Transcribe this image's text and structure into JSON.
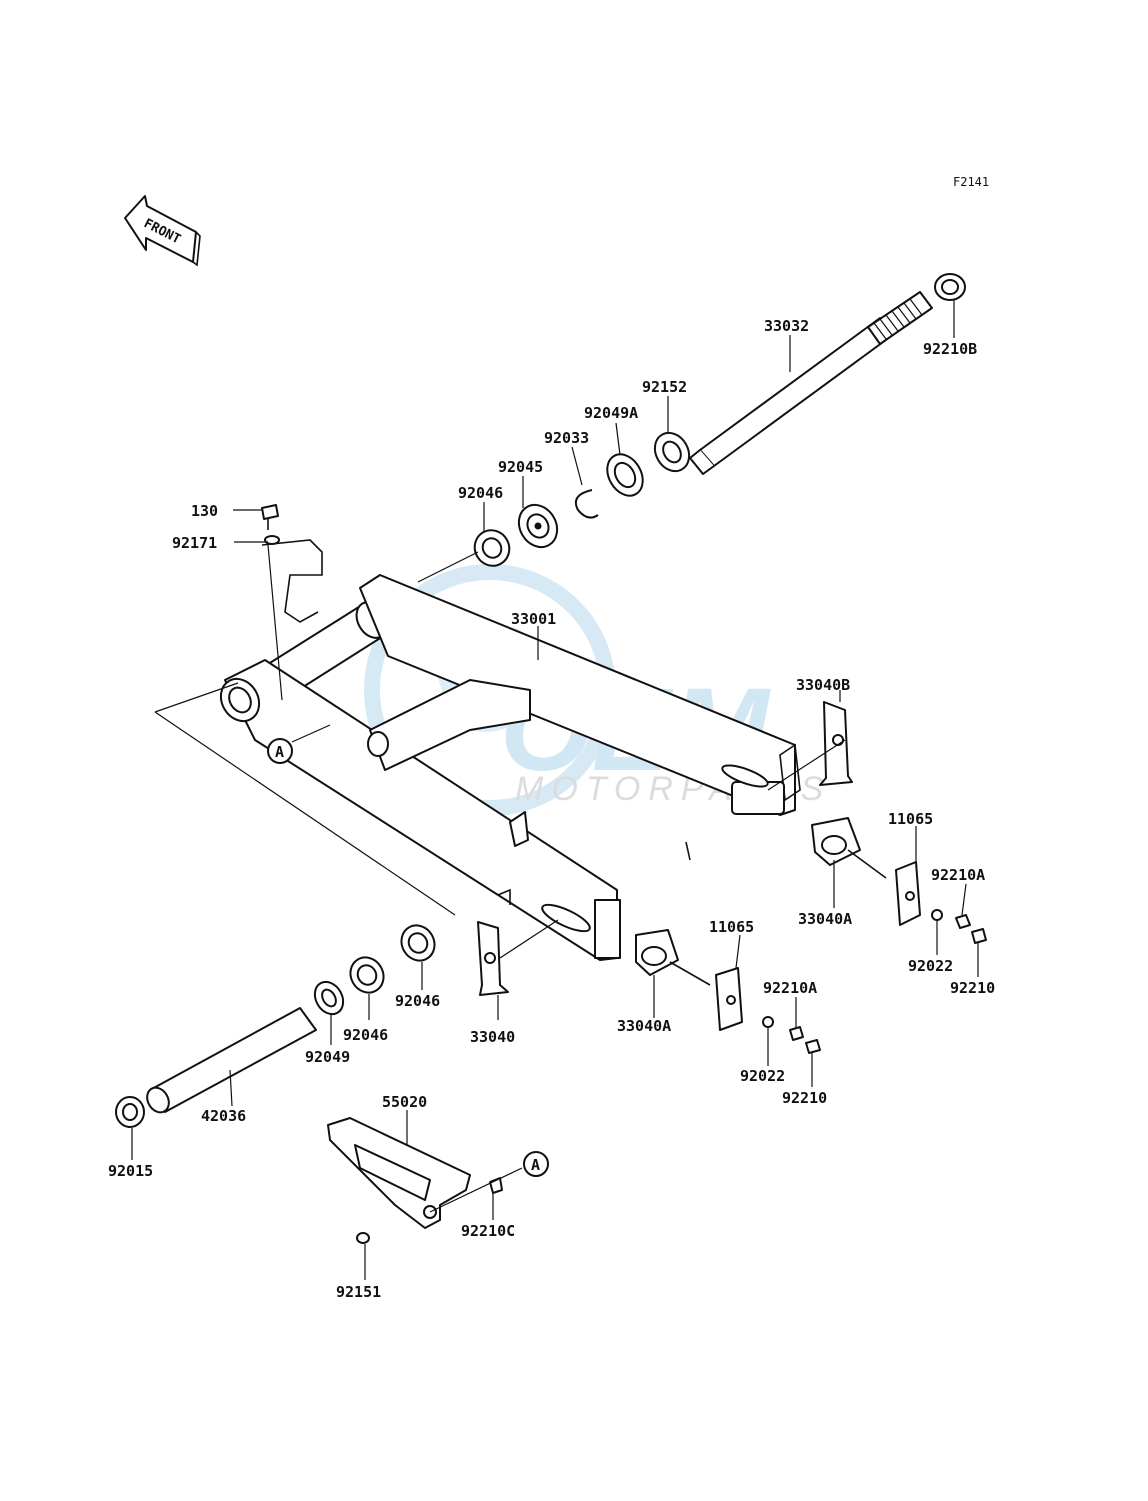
{
  "diagram_code": "F2141",
  "front_label": "FRONT",
  "watermark": {
    "brand": "OEM",
    "sub": "MOTORPARTS",
    "accent_color": "#bfdff0"
  },
  "callout_marker": "A",
  "parts": {
    "p130": "130",
    "p92171": "92171",
    "p92046_top": "92046",
    "p92045": "92045",
    "p92033": "92033",
    "p92049A": "92049A",
    "p92152": "92152",
    "p33032": "33032",
    "p92210B": "92210B",
    "p33001": "33001",
    "p33040B": "33040B",
    "p11065_right": "11065",
    "p92210A_right": "92210A",
    "p33040A_right": "33040A",
    "p92022_right": "92022",
    "p92210_right": "92210",
    "p92046_mid": "92046",
    "p92046_low": "92046",
    "p92049": "92049",
    "p33040": "33040",
    "p11065_mid": "11065",
    "p33040A_mid": "33040A",
    "p92210A_mid": "92210A",
    "p92022_mid": "92022",
    "p92210_mid": "92210",
    "p42036": "42036",
    "p92015": "92015",
    "p55020": "55020",
    "p92210C": "92210C",
    "p92151": "92151"
  }
}
